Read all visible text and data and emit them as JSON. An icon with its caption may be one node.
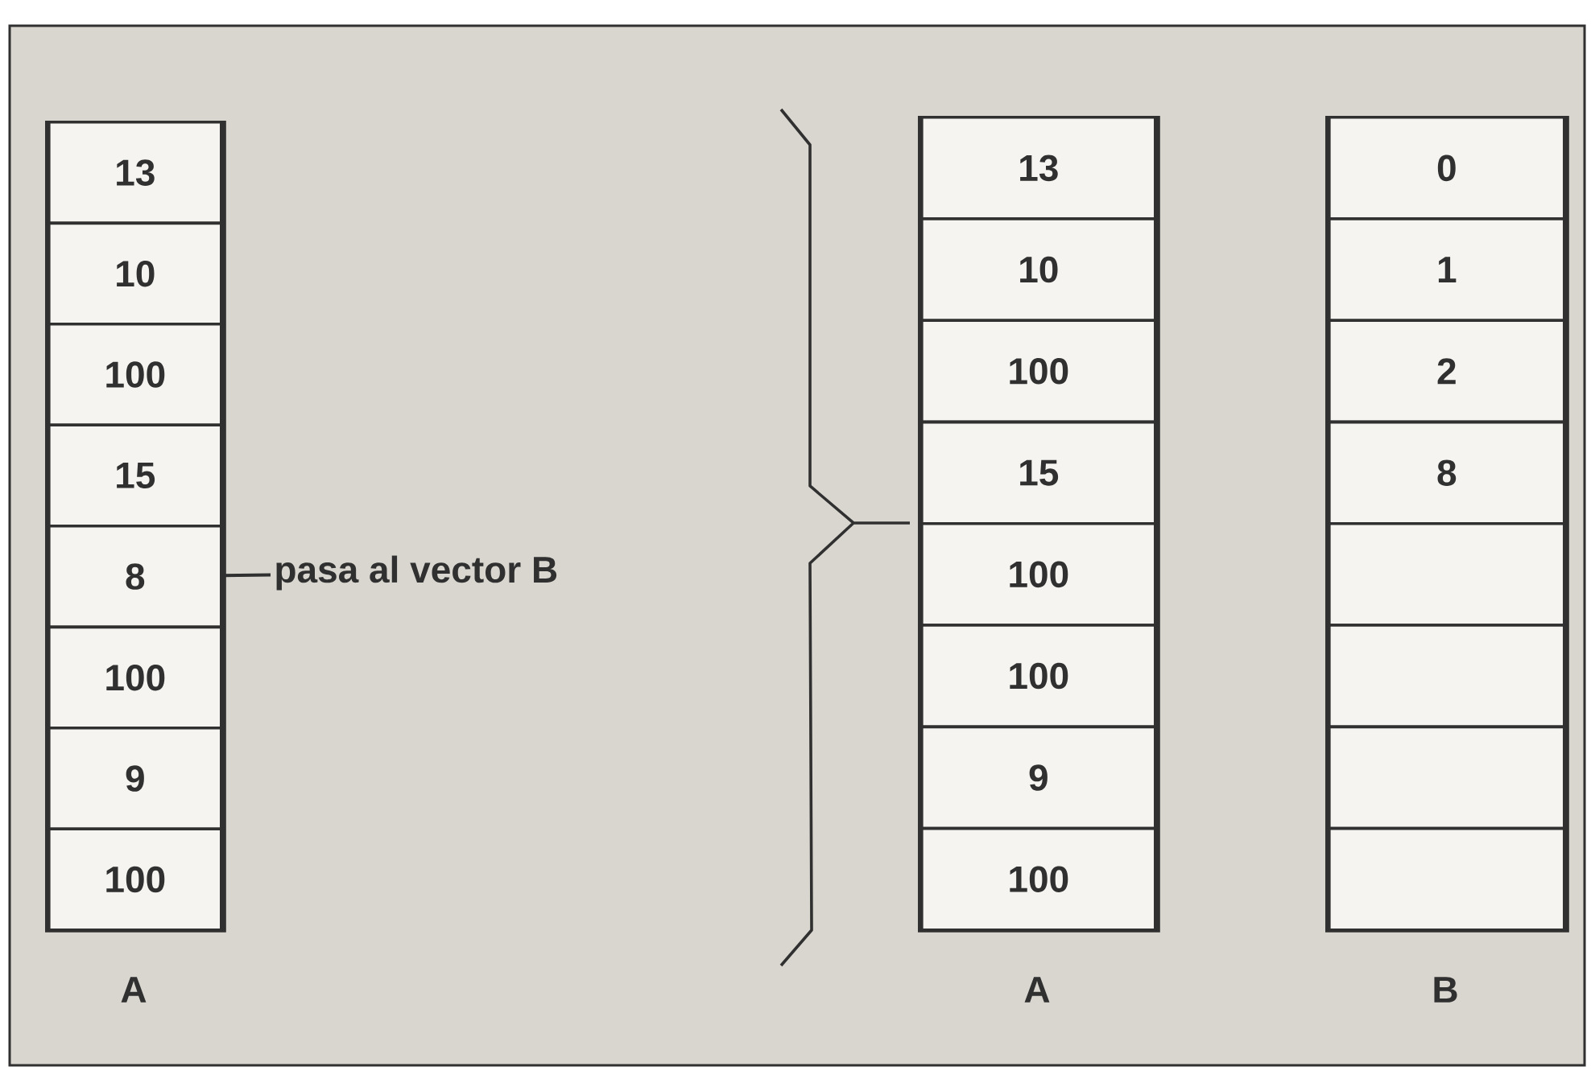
{
  "diagram": {
    "nodes": [
      {
        "text": [
          "A"
        ]
      },
      {
        "text": [
          "13"
        ],
        "in": 0
      },
      {
        "text": [
          "10"
        ],
        "in": 0
      },
      {
        "text": [
          "100"
        ],
        "in": 0
      },
      {
        "text": [
          "15"
        ],
        "in": 0
      },
      {
        "text": [
          "8"
        ],
        "in": 0
      },
      {
        "text": [
          "100"
        ],
        "in": 0
      },
      {
        "text": [
          "9"
        ],
        "in": 0
      },
      {
        "text": [
          "100"
        ],
        "in": 0
      },
      {
        "text": [
          "pasa al vector B"
        ]
      },
      {
        "text": [
          "A"
        ]
      },
      {
        "text": [
          "13"
        ],
        "in": 10
      },
      {
        "text": [
          "10"
        ],
        "in": 10
      },
      {
        "text": [
          "100"
        ],
        "in": 10
      },
      {
        "text": [
          "15"
        ],
        "in": 10
      },
      {
        "text": [
          "100"
        ],
        "in": 10
      },
      {
        "text": [
          "100"
        ],
        "in": 10
      },
      {
        "text": [
          "9"
        ],
        "in": 10
      },
      {
        "text": [
          "100"
        ],
        "in": 10
      },
      {
        "text": [
          "B"
        ]
      },
      {
        "text": [
          "0"
        ],
        "in": 19
      },
      {
        "text": [
          "1"
        ],
        "in": 19
      },
      {
        "text": [
          "2"
        ],
        "in": 19
      },
      {
        "text": [
          "8"
        ],
        "in": 19
      },
      {
        "text": [],
        "shape": "box",
        "in": 19
      },
      {
        "text": [],
        "shape": "box",
        "in": 19
      },
      {
        "text": [],
        "shape": "box",
        "in": 19
      },
      {
        "text": [],
        "shape": "box",
        "in": 19
      }
    ],
    "edges": [
      {
        "from": 9,
        "to": 5,
        "arrow": "none"
      }
    ]
  }
}
